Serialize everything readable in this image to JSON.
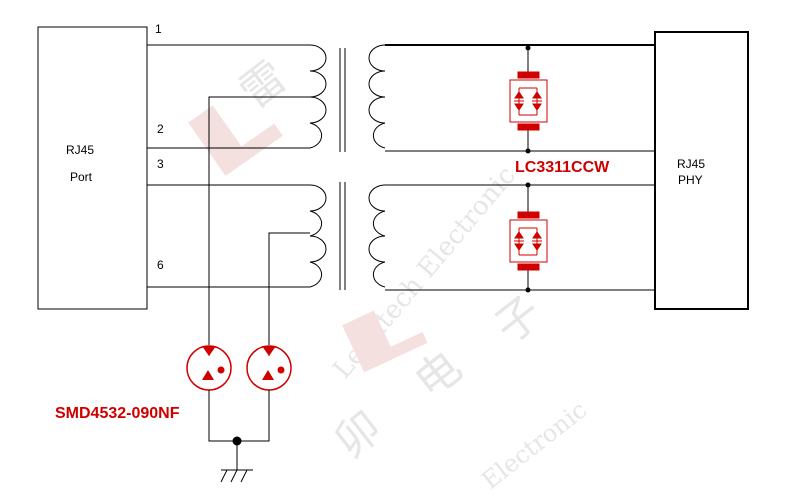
{
  "watermark": {
    "brand_text": "Leiditech Electronic",
    "chars": [
      "雷",
      "卯",
      "电",
      "子"
    ],
    "english": "Electronic"
  },
  "left_box": {
    "line1": "RJ45",
    "line2": "Port"
  },
  "right_box": {
    "line1": "RJ45",
    "line2": "PHY"
  },
  "pins": [
    "1",
    "2",
    "3",
    "6"
  ],
  "tvs_label": "LC3311CCW",
  "gdt_label": "SMD4532-090NF",
  "colors": {
    "line": "#000000",
    "protection": "#d00000",
    "watermark": "#e6e6e6"
  }
}
